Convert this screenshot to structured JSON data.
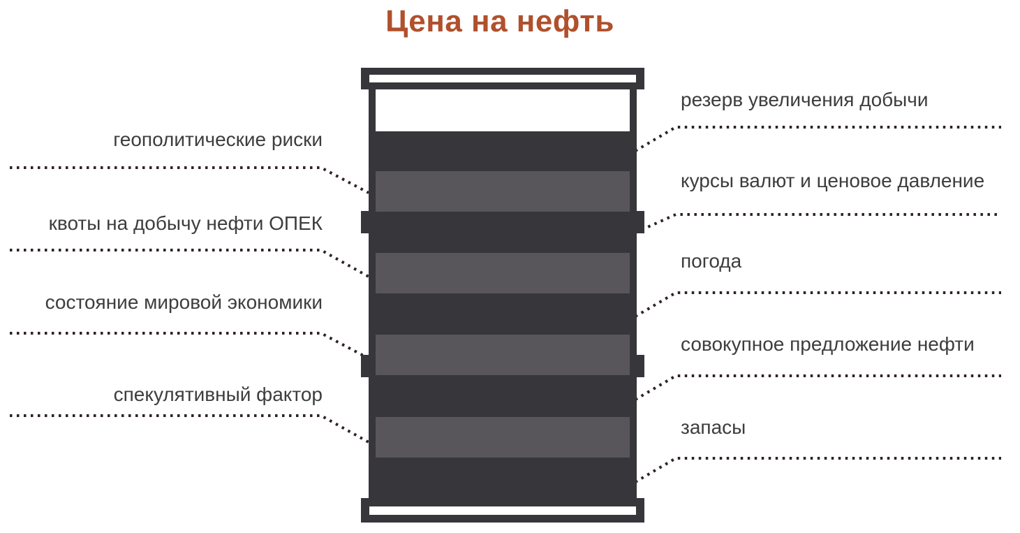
{
  "title": "Цена на нефть",
  "colors": {
    "title": "#b0502c",
    "text": "#3d3d3f",
    "barrel_dark": "#37363a",
    "barrel_band_gray": "#58565a",
    "dotted_line": "#2e2127",
    "background": "#ffffff"
  },
  "barrel": {
    "name": "oil-barrel",
    "gray_band_count": 4
  },
  "left_factors": [
    {
      "label": "геополитические риски"
    },
    {
      "label": "квоты на добычу нефти ОПЕК"
    },
    {
      "label": "состояние мировой экономики"
    },
    {
      "label": "спекулятивный фактор"
    }
  ],
  "right_factors": [
    {
      "label": "резерв увеличения добычи"
    },
    {
      "label": "курсы валют и ценовое давление"
    },
    {
      "label": "погода"
    },
    {
      "label": "совокупное предложение нефти"
    },
    {
      "label": "запасы"
    }
  ]
}
